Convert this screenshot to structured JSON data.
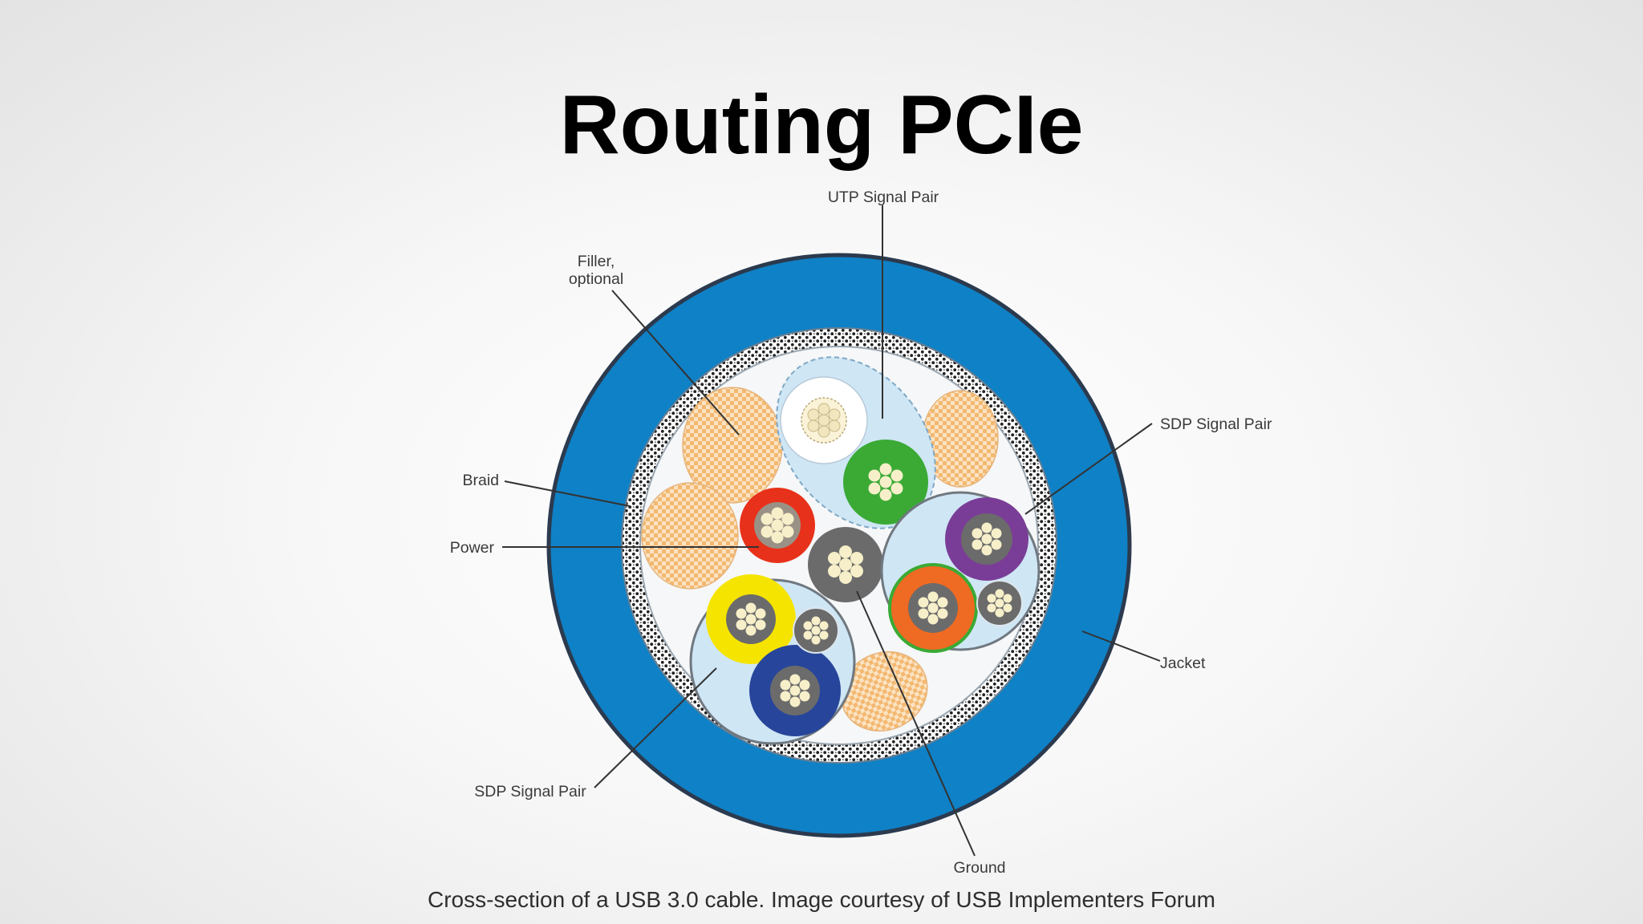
{
  "slide": {
    "title": "Routing PCIe",
    "caption": "Cross-section of a USB 3.0 cable. Image courtesy of USB Implementers Forum"
  },
  "diagram": {
    "labels": {
      "utp_signal_pair": "UTP Signal Pair",
      "filler_line1": "Filler,",
      "filler_line2": "optional",
      "sdp_signal_pair_right": "SDP Signal Pair",
      "braid": "Braid",
      "power": "Power",
      "jacket": "Jacket",
      "sdp_signal_pair_left": "SDP Signal Pair",
      "ground": "Ground"
    },
    "colors": {
      "jacket": "#0f81c6",
      "jacket_edge": "#2b3a4e",
      "braid_dots": "#222222",
      "inner_fill": "#f6f7f8",
      "pair_bubble": "#cfe6f5",
      "filler": "#f7c88c",
      "power_wire": "#e8311a",
      "ground_wire": "#6b6b6b",
      "utp_green_wire": "#3aaa35",
      "utp_white_wire": "#ffffff",
      "sdp_purple_wire": "#7a3d97",
      "sdp_orange_wire": "#ef6a22",
      "sdp_yellow_wire": "#f5e400",
      "sdp_blue_wire": "#27459a",
      "strand": "#f6efc9"
    }
  }
}
